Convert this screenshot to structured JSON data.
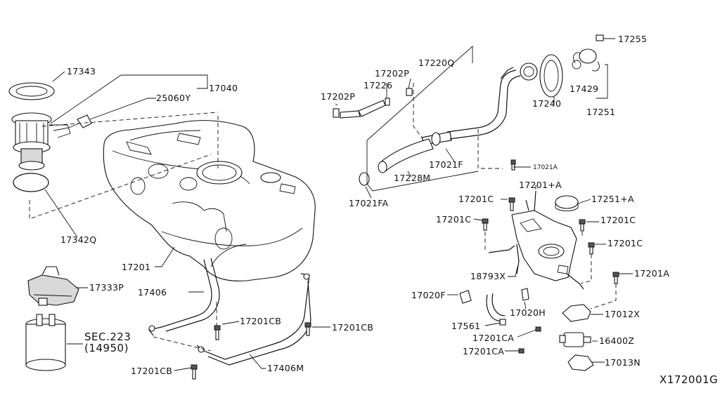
{
  "labels": {
    "l17343": "17343",
    "l17040": "17040",
    "l25060Y": "25060Y",
    "l17342Q": "17342Q",
    "l17333P": "17333P",
    "l17201": "17201",
    "l17406": "17406",
    "lsec": "SEC.223",
    "lsec2": "(14950)",
    "l17201CB_a": "17201CB",
    "l17201CB_b": "17201CB",
    "l17201CB_c": "17201CB",
    "l17406M": "17406M",
    "l17220Q": "17220Q",
    "l17202P_a": "17202P",
    "l17226": "17226",
    "l17202P_b": "17202P",
    "l17240": "17240",
    "l17255": "17255",
    "l17429": "17429",
    "l17251": "17251",
    "l17021F": "17021F",
    "l17021A": "17021A",
    "l17228M": "17228M",
    "l17021FA": "17021FA",
    "l17201C_a": "17201C",
    "l17201pA": "17201+A",
    "l17251pA": "17251+A",
    "l17201C_b": "17201C",
    "l17201C_c": "17201C",
    "l17201C_d": "17201C",
    "l18793X": "18793X",
    "l17201A": "17201A",
    "l17020F": "17020F",
    "l17020H": "17020H",
    "l17012X": "17012X",
    "l17561": "17561",
    "l17201CA_a": "17201CA",
    "l16400Z": "16400Z",
    "l17201CA_b": "17201CA",
    "l17013N": "17013N",
    "figure_id": "X172001G"
  }
}
